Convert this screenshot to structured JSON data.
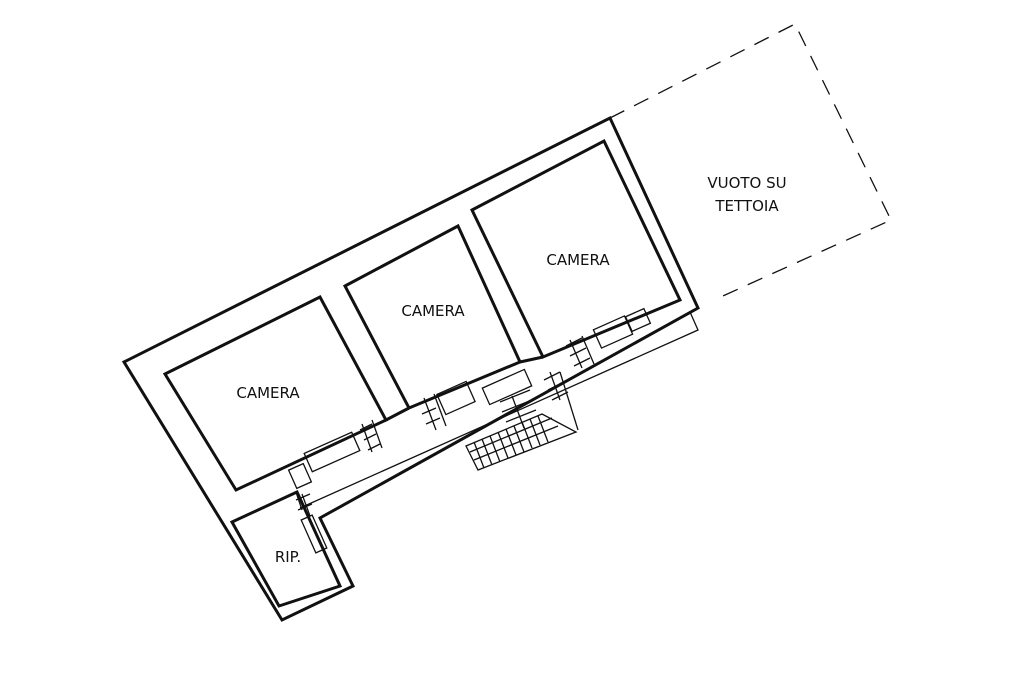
{
  "rooms": {
    "camera_left": "CAMERA",
    "camera_middle": "CAMERA",
    "camera_right": "CAMERA",
    "ripostiglio": "RIP."
  },
  "void": {
    "line1": "VUOTO SU",
    "line2": "TETTOIA"
  }
}
